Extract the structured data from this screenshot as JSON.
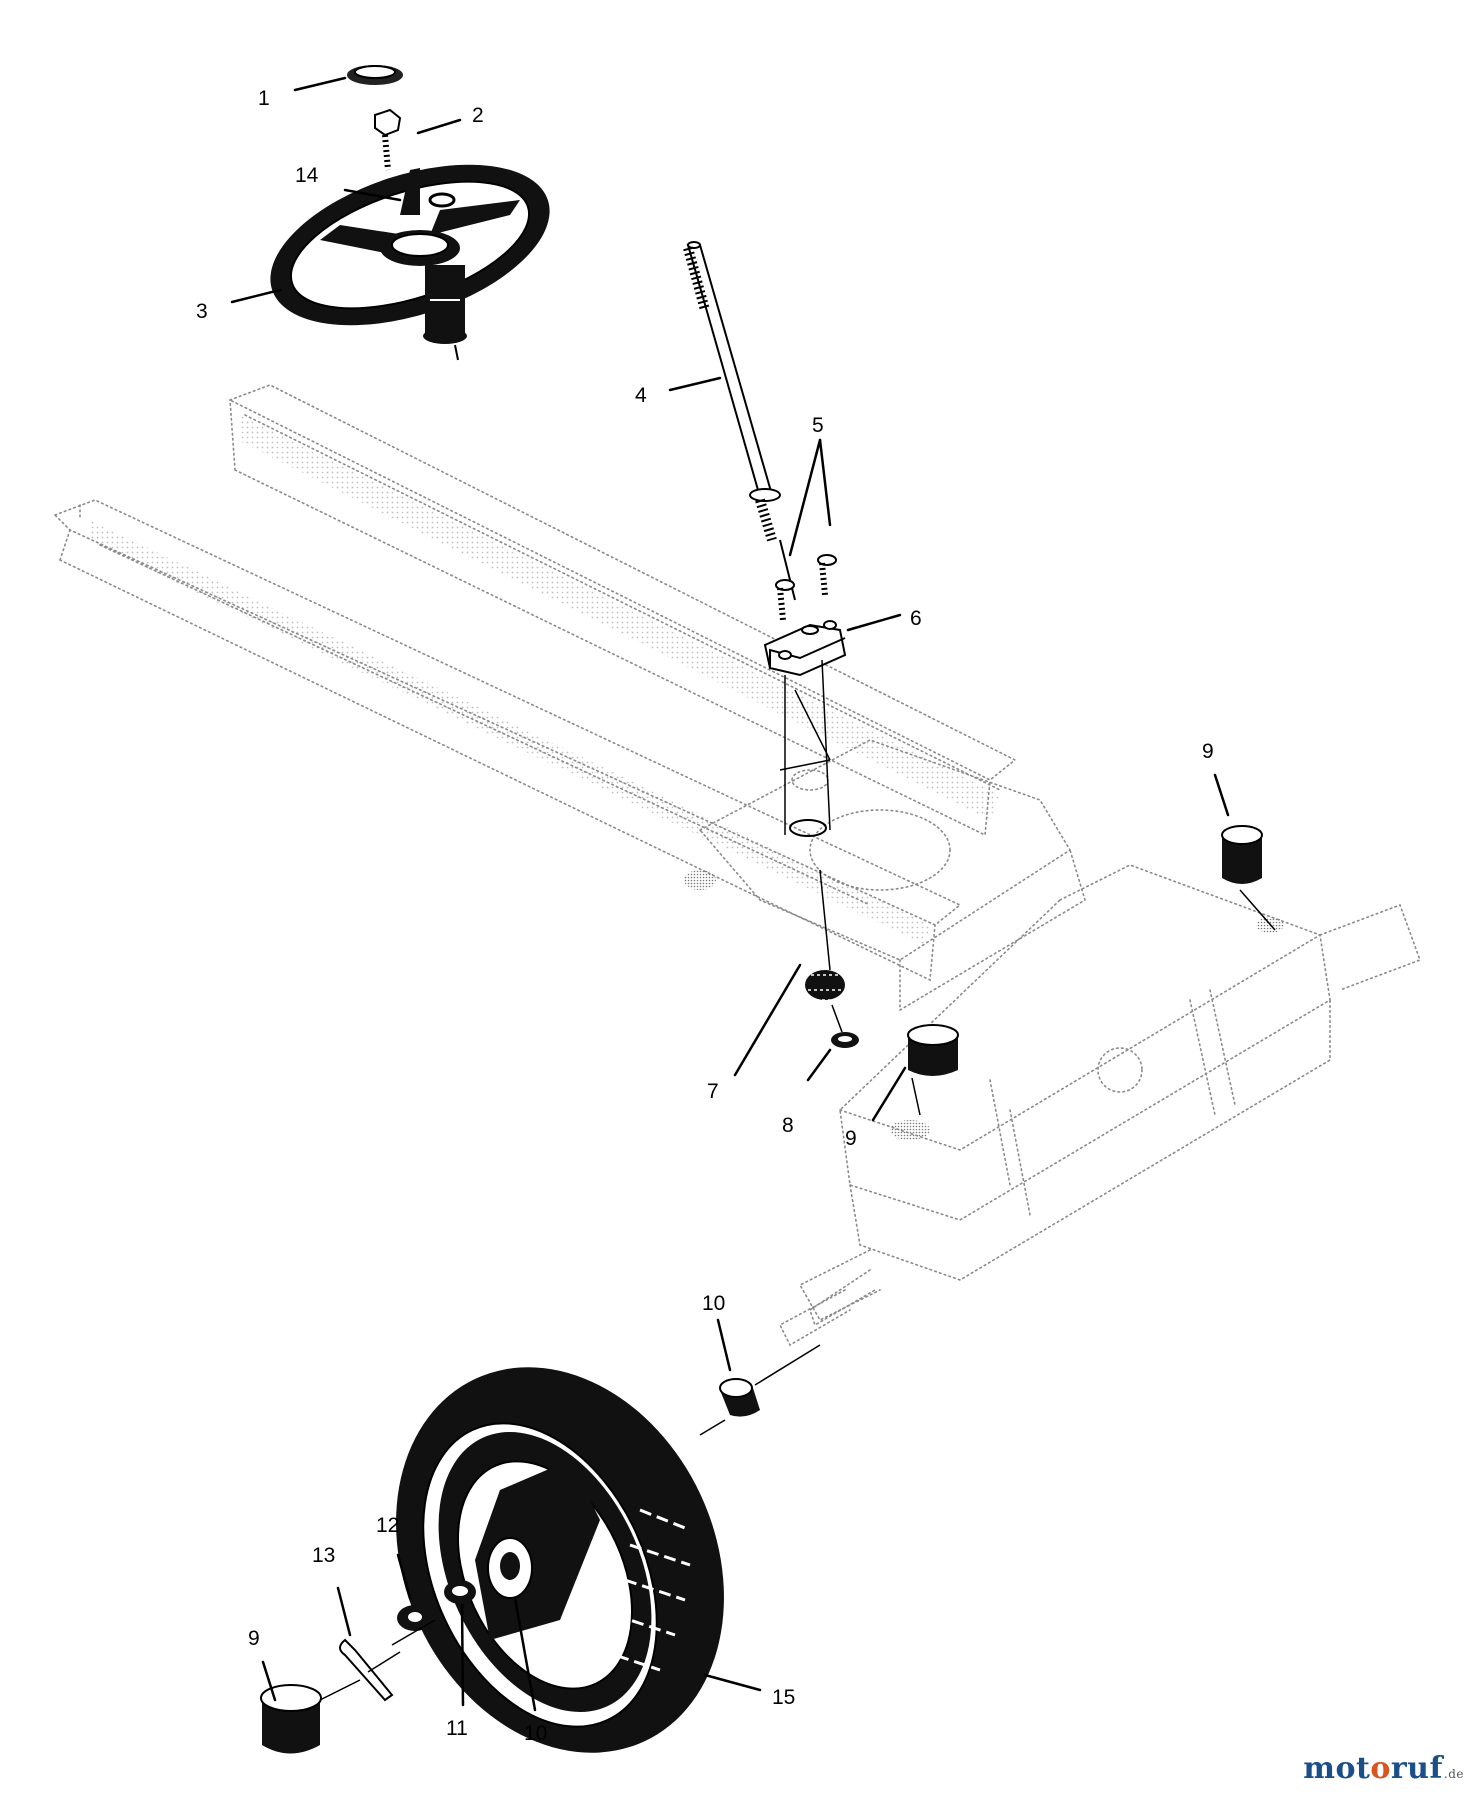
{
  "callouts": [
    "1",
    "2",
    "14",
    "3",
    "4",
    "5",
    "6",
    "9",
    "7",
    "8",
    "9",
    "10",
    "13",
    "12",
    "9",
    "11",
    "10",
    "15"
  ],
  "watermark": {
    "brand_a": "mot",
    "brand_b": "o",
    "brand_c": "ruf",
    "tld": ".de"
  },
  "colors": {
    "brand_main": "#1a4f8a",
    "brand_accent": "#d9541e",
    "line": "#000000",
    "frame_dots": "#8a8a8a"
  }
}
